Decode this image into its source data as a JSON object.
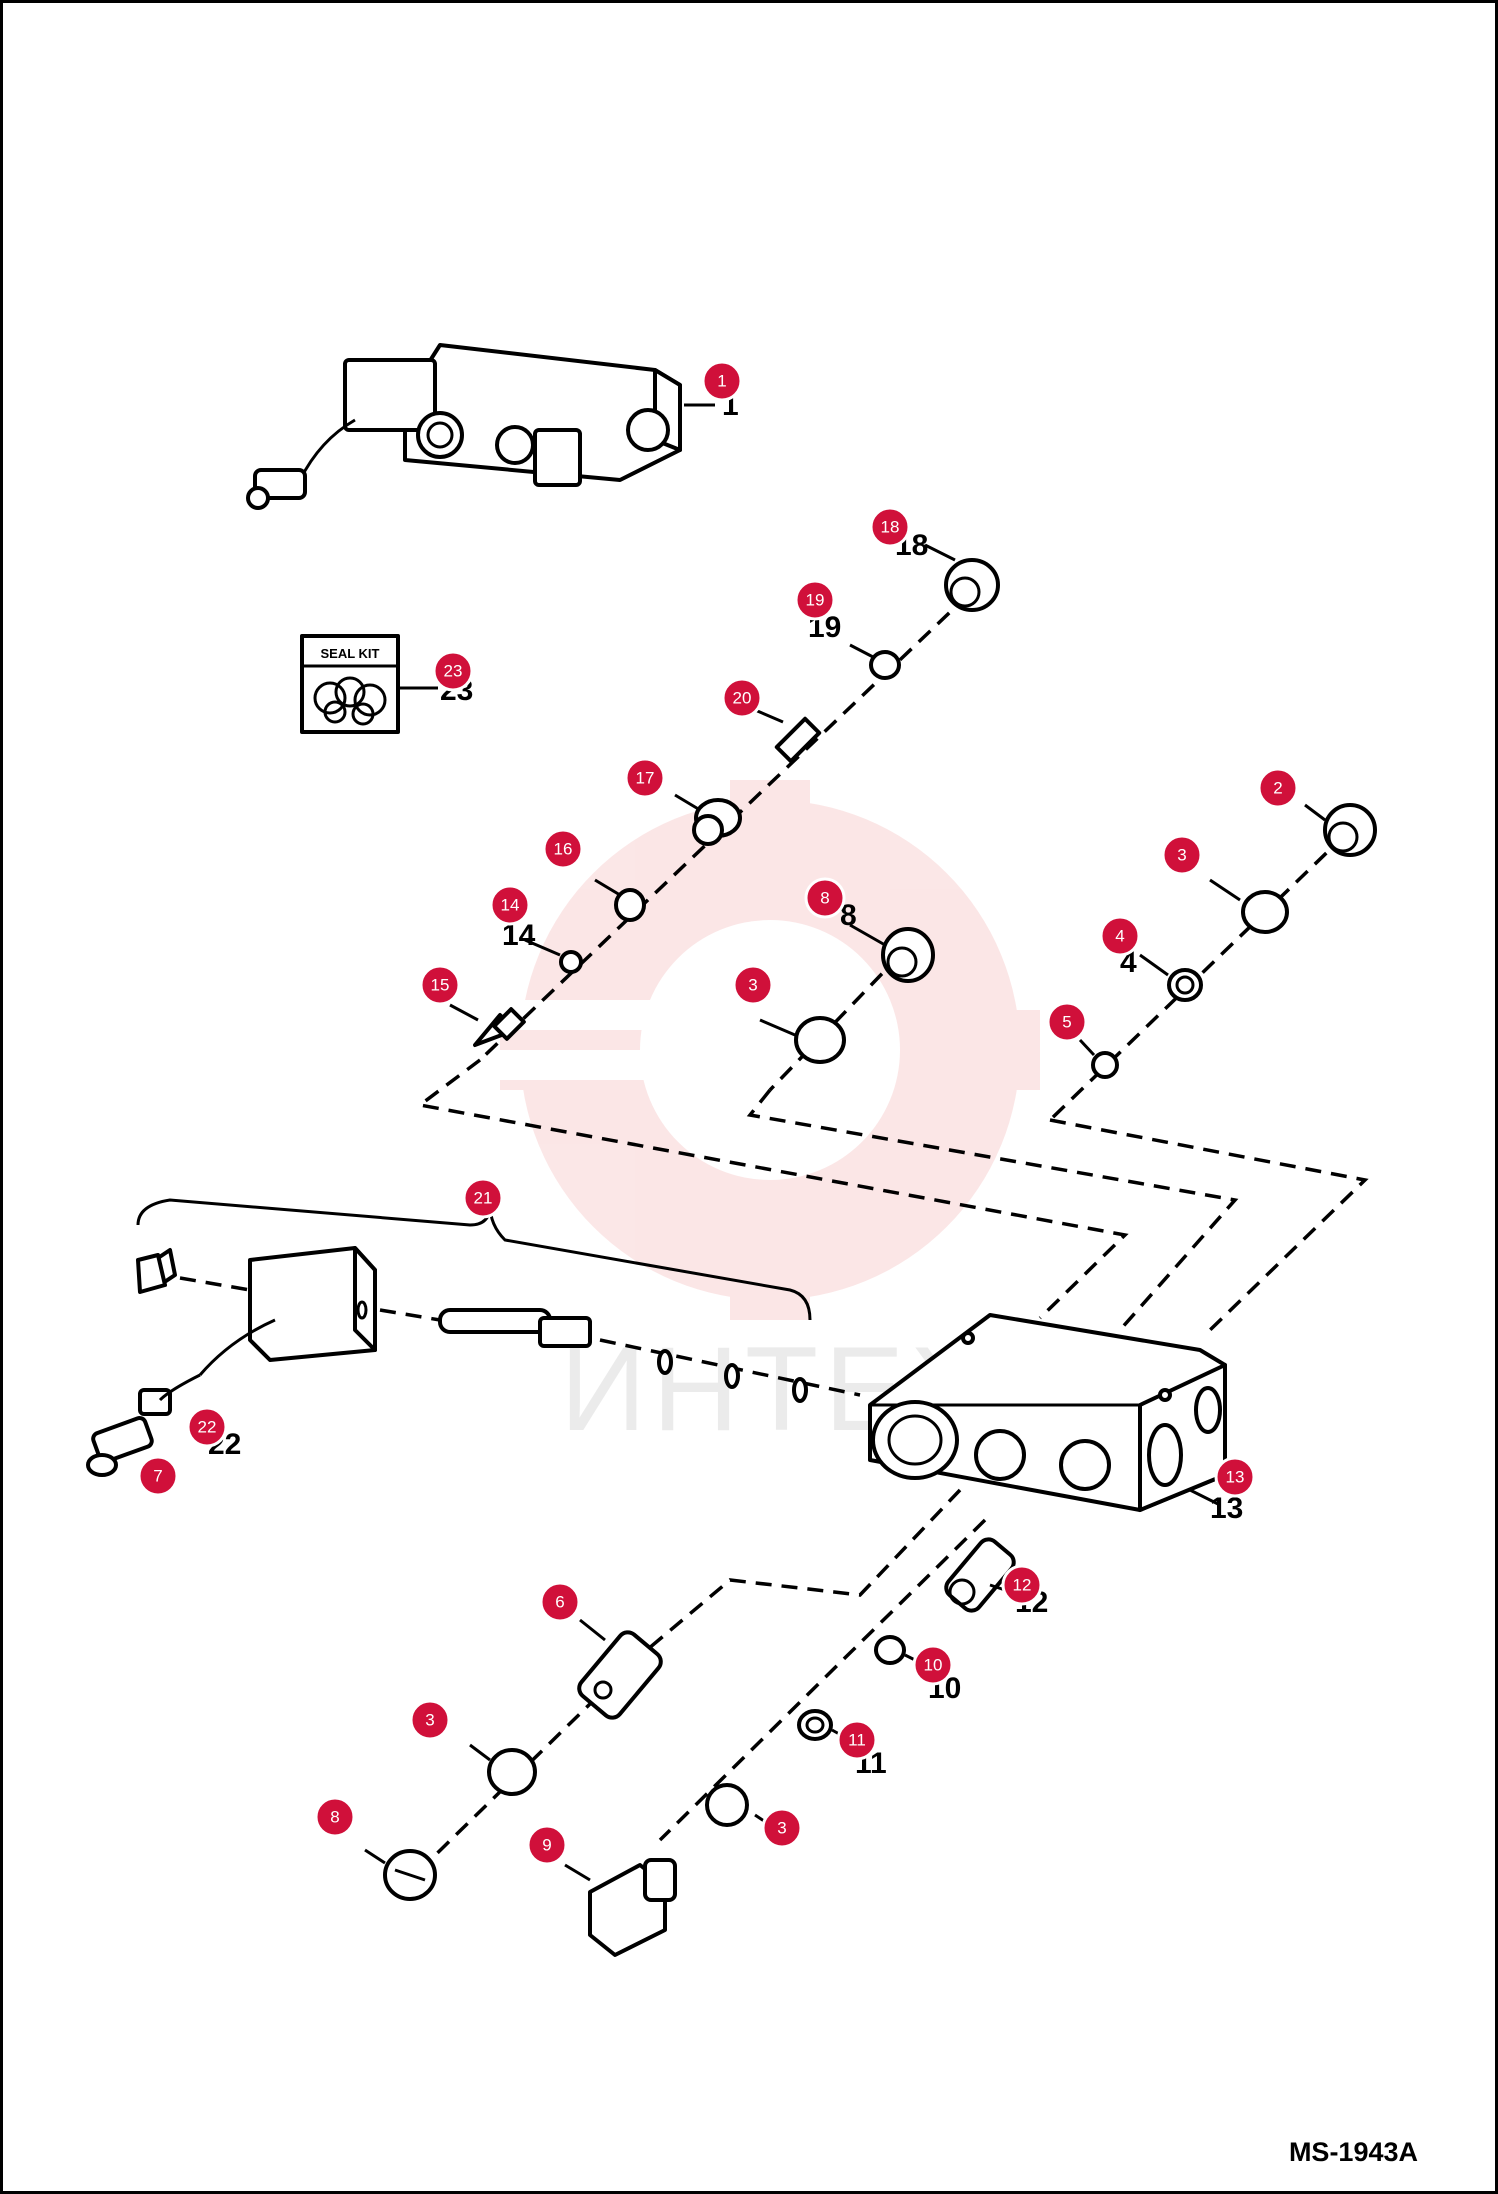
{
  "document": {
    "code": "MS-1943A",
    "watermark_text": "ИНТЕХ",
    "kit_label": "SEAL KIT"
  },
  "colors": {
    "badge": "#d0103a",
    "watermark": "#f5c6c6",
    "ink": "#000000"
  },
  "callouts": [
    {
      "id": "1",
      "label": "1"
    },
    {
      "id": "2",
      "label": "2"
    },
    {
      "id": "3",
      "label": "3"
    },
    {
      "id": "4",
      "label": "4"
    },
    {
      "id": "5",
      "label": "5"
    },
    {
      "id": "6",
      "label": "6"
    },
    {
      "id": "7",
      "label": "7"
    },
    {
      "id": "8",
      "label": "8"
    },
    {
      "id": "9",
      "label": "9"
    },
    {
      "id": "10",
      "label": "10"
    },
    {
      "id": "11",
      "label": "11"
    },
    {
      "id": "12",
      "label": "12"
    },
    {
      "id": "13",
      "label": "13"
    },
    {
      "id": "14",
      "label": "14"
    },
    {
      "id": "15",
      "label": "15"
    },
    {
      "id": "16",
      "label": "16"
    },
    {
      "id": "17",
      "label": "17"
    },
    {
      "id": "18",
      "label": "18"
    },
    {
      "id": "19",
      "label": "19"
    },
    {
      "id": "20",
      "label": "20"
    },
    {
      "id": "21",
      "label": "21"
    },
    {
      "id": "22",
      "label": "22"
    },
    {
      "id": "23",
      "label": "23"
    }
  ]
}
